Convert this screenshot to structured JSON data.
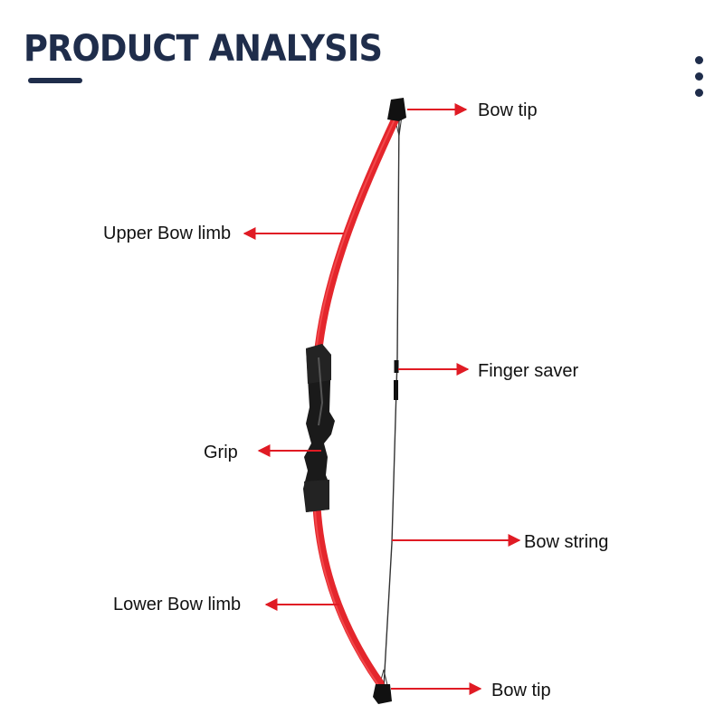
{
  "header": {
    "title": "PRODUCT ANALYSIS"
  },
  "menu": {
    "icon": "vertical-dots-icon"
  },
  "colors": {
    "title": "#1f2d4b",
    "limb": "#e4262c",
    "arrow": "#e01b24",
    "grip": "#1a1a1a",
    "string": "#333333"
  },
  "labels": {
    "bow_tip_top": "Bow tip",
    "upper_limb": "Upper Bow limb",
    "finger_saver": "Finger saver",
    "grip": "Grip",
    "bow_string": "Bow string",
    "lower_limb": "Lower Bow limb",
    "bow_tip_bottom": "Bow tip"
  }
}
